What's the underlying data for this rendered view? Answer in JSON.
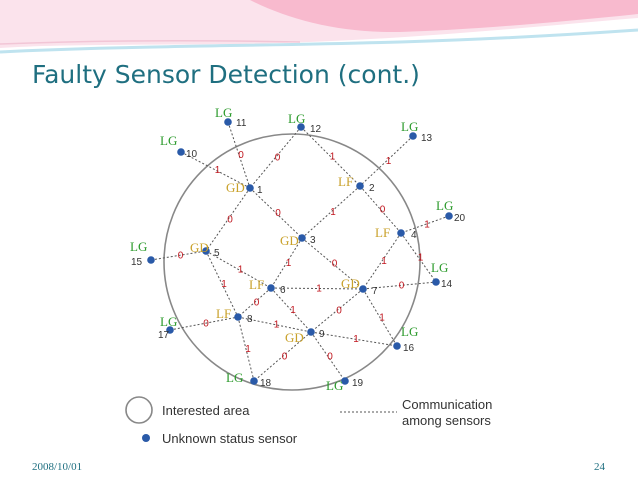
{
  "slide": {
    "title": "Faulty Sensor Detection (cont.)",
    "date": "2008/10/01",
    "page": "24"
  },
  "colors": {
    "title": "#1f6f80",
    "node": "#2a5aa8",
    "tag_lg": "#2b9a2b",
    "tag_gd": "#c9a12a",
    "tag_lf": "#c9a12a",
    "edge_label": "#c0161e",
    "edge": "#555555",
    "circle": "#888888",
    "banner_pink": "#f7b3c9",
    "banner_blue": "#bfe3ef"
  },
  "diagram": {
    "nodes": [
      {
        "id": "1",
        "tag": "GD",
        "tag_type": "gd"
      },
      {
        "id": "2",
        "tag": "LF",
        "tag_type": "lf"
      },
      {
        "id": "3",
        "tag": "GD",
        "tag_type": "gd"
      },
      {
        "id": "4",
        "tag": "LF",
        "tag_type": "lf"
      },
      {
        "id": "5",
        "tag": "GD",
        "tag_type": "gd"
      },
      {
        "id": "6",
        "tag": "LF",
        "tag_type": "lf"
      },
      {
        "id": "7",
        "tag": "GD",
        "tag_type": "gd"
      },
      {
        "id": "8",
        "tag": "LF",
        "tag_type": "lf"
      },
      {
        "id": "9",
        "tag": "GD",
        "tag_type": "gd"
      },
      {
        "id": "10",
        "tag": "LG",
        "tag_type": "lg"
      },
      {
        "id": "11",
        "tag": "LG",
        "tag_type": "lg"
      },
      {
        "id": "12",
        "tag": "LG",
        "tag_type": "lg"
      },
      {
        "id": "13",
        "tag": "LG",
        "tag_type": "lg"
      },
      {
        "id": "14",
        "tag": "LG",
        "tag_type": "lg"
      },
      {
        "id": "15",
        "tag": "LG",
        "tag_type": "lg"
      },
      {
        "id": "16",
        "tag": "LG",
        "tag_type": "lg"
      },
      {
        "id": "17",
        "tag": "LG",
        "tag_type": "lg"
      },
      {
        "id": "18",
        "tag": "LG",
        "tag_type": "lg"
      },
      {
        "id": "19",
        "tag": "LG",
        "tag_type": "lg"
      },
      {
        "id": "20",
        "tag": "LG",
        "tag_type": "lg"
      }
    ],
    "edges": [
      {
        "from": "10",
        "to": "1",
        "label": "1"
      },
      {
        "from": "11",
        "to": "1",
        "label": "0"
      },
      {
        "from": "12",
        "to": "1",
        "label": "0"
      },
      {
        "from": "12",
        "to": "2",
        "label": "1"
      },
      {
        "from": "13",
        "to": "2",
        "label": "1"
      },
      {
        "from": "1",
        "to": "3",
        "label": "0"
      },
      {
        "from": "1",
        "to": "5",
        "label": "0"
      },
      {
        "from": "2",
        "to": "3",
        "label": "1"
      },
      {
        "from": "2",
        "to": "4",
        "label": "0"
      },
      {
        "from": "20",
        "to": "4",
        "label": "1"
      },
      {
        "from": "4",
        "to": "7",
        "label": "1"
      },
      {
        "from": "4",
        "to": "14",
        "label": "1"
      },
      {
        "from": "3",
        "to": "6",
        "label": "1"
      },
      {
        "from": "3",
        "to": "7",
        "label": "0"
      },
      {
        "from": "15",
        "to": "5",
        "label": "0"
      },
      {
        "from": "5",
        "to": "6",
        "label": "1"
      },
      {
        "from": "5",
        "to": "8",
        "label": "1"
      },
      {
        "from": "6",
        "to": "7",
        "label": "1"
      },
      {
        "from": "6",
        "to": "8",
        "label": "0"
      },
      {
        "from": "6",
        "to": "9",
        "label": "1"
      },
      {
        "from": "7",
        "to": "14",
        "label": "0"
      },
      {
        "from": "7",
        "to": "9",
        "label": "0"
      },
      {
        "from": "7",
        "to": "16",
        "label": "1"
      },
      {
        "from": "17",
        "to": "8",
        "label": "0"
      },
      {
        "from": "8",
        "to": "9",
        "label": "1"
      },
      {
        "from": "8",
        "to": "18",
        "label": "1"
      },
      {
        "from": "9",
        "to": "18",
        "label": "0"
      },
      {
        "from": "9",
        "to": "19",
        "label": "0"
      },
      {
        "from": "9",
        "to": "16",
        "label": "1"
      }
    ],
    "legend": {
      "area_label": "Interested area",
      "communication_label_1": "Communication",
      "communication_label_2": "among sensors",
      "sensor_label": "Unknown status sensor"
    }
  }
}
